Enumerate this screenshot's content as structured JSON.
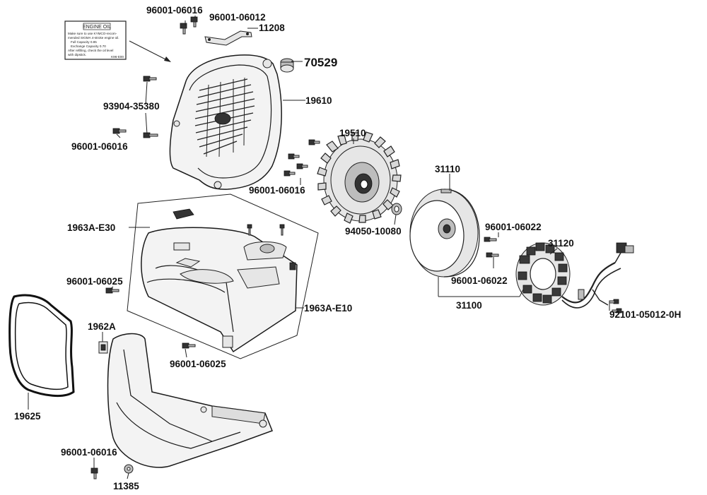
{
  "sticker": {
    "title": "ENGINE OIL",
    "lines": [
      "Make sure to use KYMCO-recom-",
      "mended SIGMA 4-stroke engine oil.",
      "Full Capacity         0.85",
      "Exchange Capacity   0.70",
      "After refilling, check the oil level",
      "with dipstick."
    ],
    "code": "K96-E00"
  },
  "labels": {
    "p96001_06016_top": "96001-06016",
    "p96001_06012": "96001-06012",
    "p11208": "11208",
    "p70529": "70529",
    "p93904_35380": "93904-35380",
    "p19610": "19610",
    "p96001_06016_left": "96001-06016",
    "p19510": "19510",
    "p96001_06016_mid": "96001-06016",
    "p31110": "31110",
    "p94050_10080": "94050-10080",
    "p96001_06022_a": "96001-06022",
    "p31120": "31120",
    "p96001_06022_b": "96001-06022",
    "p31100": "31100",
    "p92101_05012_0H": "92101-05012-0H",
    "p1963A_E30": "1963A-E30",
    "p96001_06025_a": "96001-06025",
    "p1963A_E10": "1963A-E10",
    "p1962A": "1962A",
    "p96001_06025_b": "96001-06025",
    "p19625": "19625",
    "p96001_06016_bottom": "96001-06016",
    "p11385": "11385"
  }
}
